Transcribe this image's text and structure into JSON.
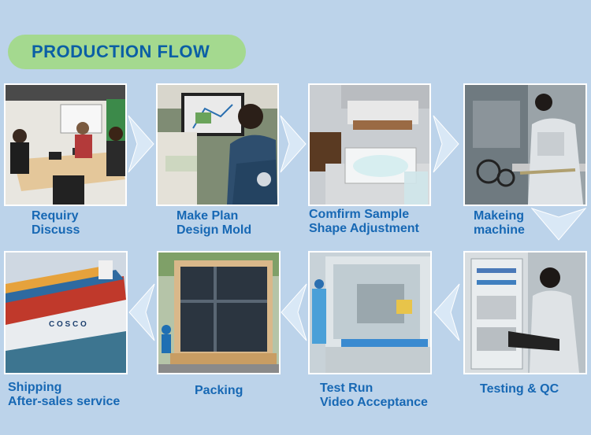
{
  "header": {
    "title": "PRODUCTION FLOW"
  },
  "steps": [
    {
      "line1": "Requiry",
      "line2": "Discuss"
    },
    {
      "line1": "Make Plan",
      "line2": "Design Mold"
    },
    {
      "line1": "Comfirm Sample",
      "line2": "Shape Adjustment"
    },
    {
      "line1": "Makeing",
      "line2": "machine"
    },
    {
      "line1": "Testing & QC",
      "line2": ""
    },
    {
      "line1": "Test Run",
      "line2": "Video Acceptance"
    },
    {
      "line1": "Packing",
      "line2": ""
    },
    {
      "line1": "Shipping",
      "line2": "After-sales service"
    }
  ],
  "photo_text": {
    "ship_brand": "C O S C O"
  },
  "colors": {
    "background": "#bcd3ea",
    "pill": "#a4d98f",
    "title": "#0b5fa5",
    "label": "#1768b4",
    "arrow": "#d9e8f6"
  }
}
